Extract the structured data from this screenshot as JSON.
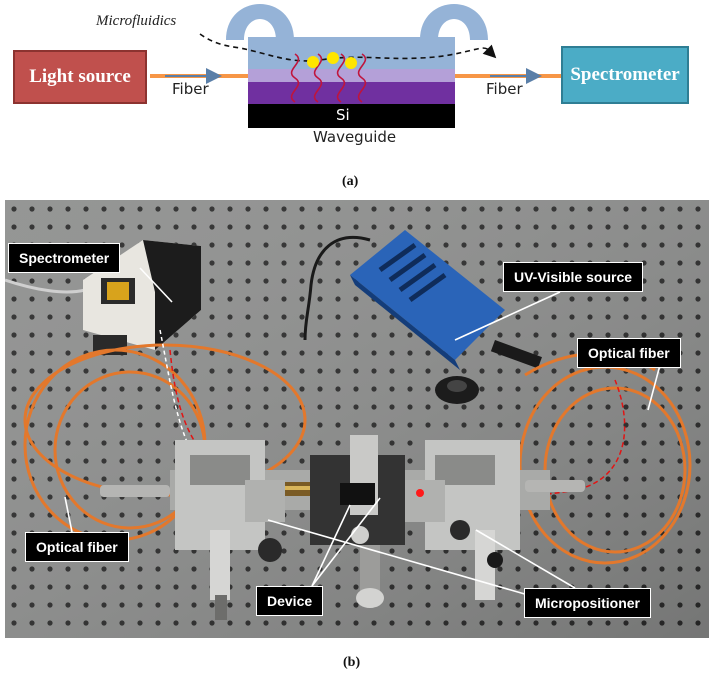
{
  "panel_a": {
    "light_source": "Light source",
    "spectrometer": "Spectrometer",
    "fiber_left": "Fiber",
    "fiber_right": "Fiber",
    "microfluidics": "Microfluidics",
    "si": "Si",
    "waveguide": "Waveguide",
    "caption": "(a)",
    "colors": {
      "light_source": "#c0504d",
      "spectrometer": "#4bacc6",
      "fiber": "#f79646"
    }
  },
  "panel_b": {
    "labels": {
      "spectrometer": "Spectrometer",
      "uv_source": "UV-Visible source",
      "optical_fiber_right": "Optical fiber",
      "optical_fiber_left": "Optical fiber",
      "device": "Device",
      "micropositioner": "Micropositioner"
    },
    "caption": "(b)"
  }
}
